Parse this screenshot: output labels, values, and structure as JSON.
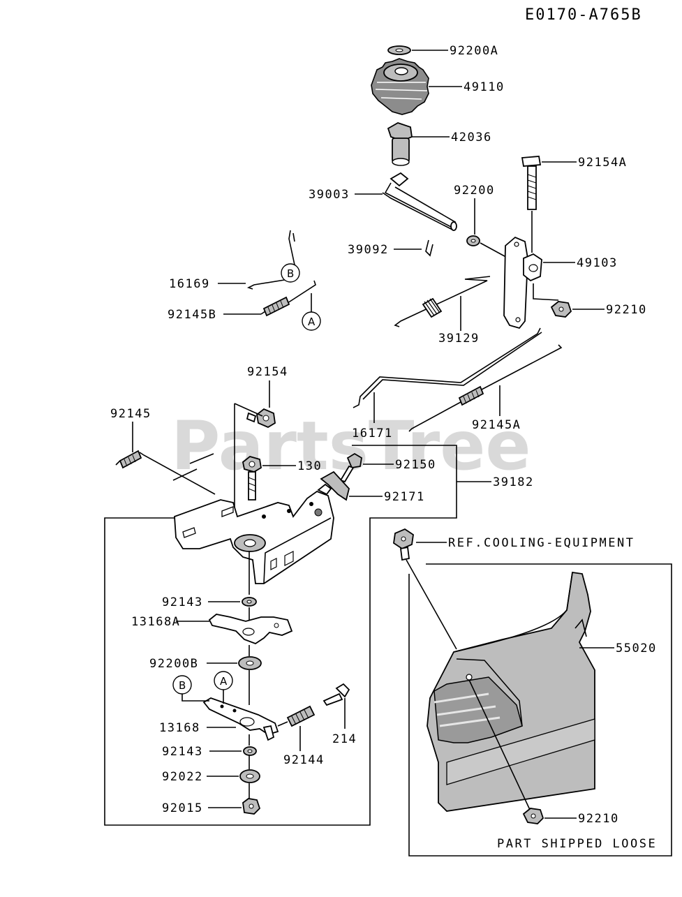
{
  "diagram_code": "E0170-A765B",
  "watermark": "PartsTree",
  "callouts": {
    "A": "A",
    "B": "B"
  },
  "parts": {
    "p92200A": "92200A",
    "p49110": "49110",
    "p42036": "42036",
    "p39003": "39003",
    "p92200": "92200",
    "p92154A": "92154A",
    "p39092": "39092",
    "p49103": "49103",
    "p16169": "16169",
    "p92145B": "92145B",
    "p92210_top": "92210",
    "p39129": "39129",
    "p92154": "92154",
    "p92145": "92145",
    "p16171": "16171",
    "p92145A": "92145A",
    "p130": "130",
    "p92150": "92150",
    "p39182": "39182",
    "p92171": "92171",
    "p92143_a": "92143",
    "p13168A": "13168A",
    "p92200B": "92200B",
    "p55020": "55020",
    "p13168": "13168",
    "p214": "214",
    "p92143_b": "92143",
    "p92144": "92144",
    "p92022": "92022",
    "p92015": "92015",
    "p92210_bottom": "92210"
  },
  "notes": {
    "ref_cooling": "REF.COOLING-EQUIPMENT",
    "shipped_loose": "PART SHIPPED LOOSE"
  }
}
